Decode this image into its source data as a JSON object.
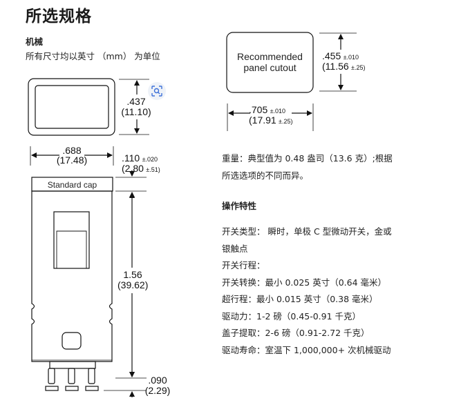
{
  "page": {
    "title": "所选规格",
    "section_mech": "机械",
    "units_note": "所有尺寸均以英寸 （mm） 为单位"
  },
  "diagram": {
    "cutout_line1": "Recommended",
    "cutout_line2": "panel cutout",
    "cutout_h_in": ".455",
    "cutout_h_tol_in": "±.010",
    "cutout_h_mm": "(11.56",
    "cutout_h_tol_mm": "±.25)",
    "cutout_w_in": ".705",
    "cutout_w_tol_in": "±.010",
    "cutout_w_mm": "(17.91",
    "cutout_w_tol_mm": "±.25)",
    "cap_h_in": ".437",
    "cap_h_mm": "(11.10)",
    "width_in": ".688",
    "width_mm": "(17.48)",
    "cap_gap_in": ".110",
    "cap_gap_tol_in": "±.020",
    "cap_gap_mm": "(2.80",
    "cap_gap_tol_mm": "±.51)",
    "standard_cap": "Standard cap",
    "body_h_in": "1.56",
    "body_h_mm": "(39.62)",
    "term_in": ".090",
    "term_mm": "(2.29)"
  },
  "specs": {
    "weight_line1": "重量：典型值为 0.48 盎司（13.6 克）;根据",
    "weight_line2": "所选选项的不同而异。",
    "op_heading": "操作特性",
    "switch_type_line1": "开关类型：  瞬时，单极 C 型微动开关，金或",
    "switch_type_line2": "银触点",
    "travel": "开关行程：",
    "transfer": "开关转换：最小 0.025 英寸（0.64 毫米）",
    "overtravel": "超行程：最小 0.015 英寸（0.38 毫米）",
    "force": "驱动力：1-2 磅（0.45-0.91 千克）",
    "cap_pull": "盖子提取：2-6 磅（0.91-2.72 千克）",
    "life": "驱动寿命：室温下 1,000,000+ 次机械驱动"
  },
  "icons": {
    "zoom": "image-search-icon"
  }
}
